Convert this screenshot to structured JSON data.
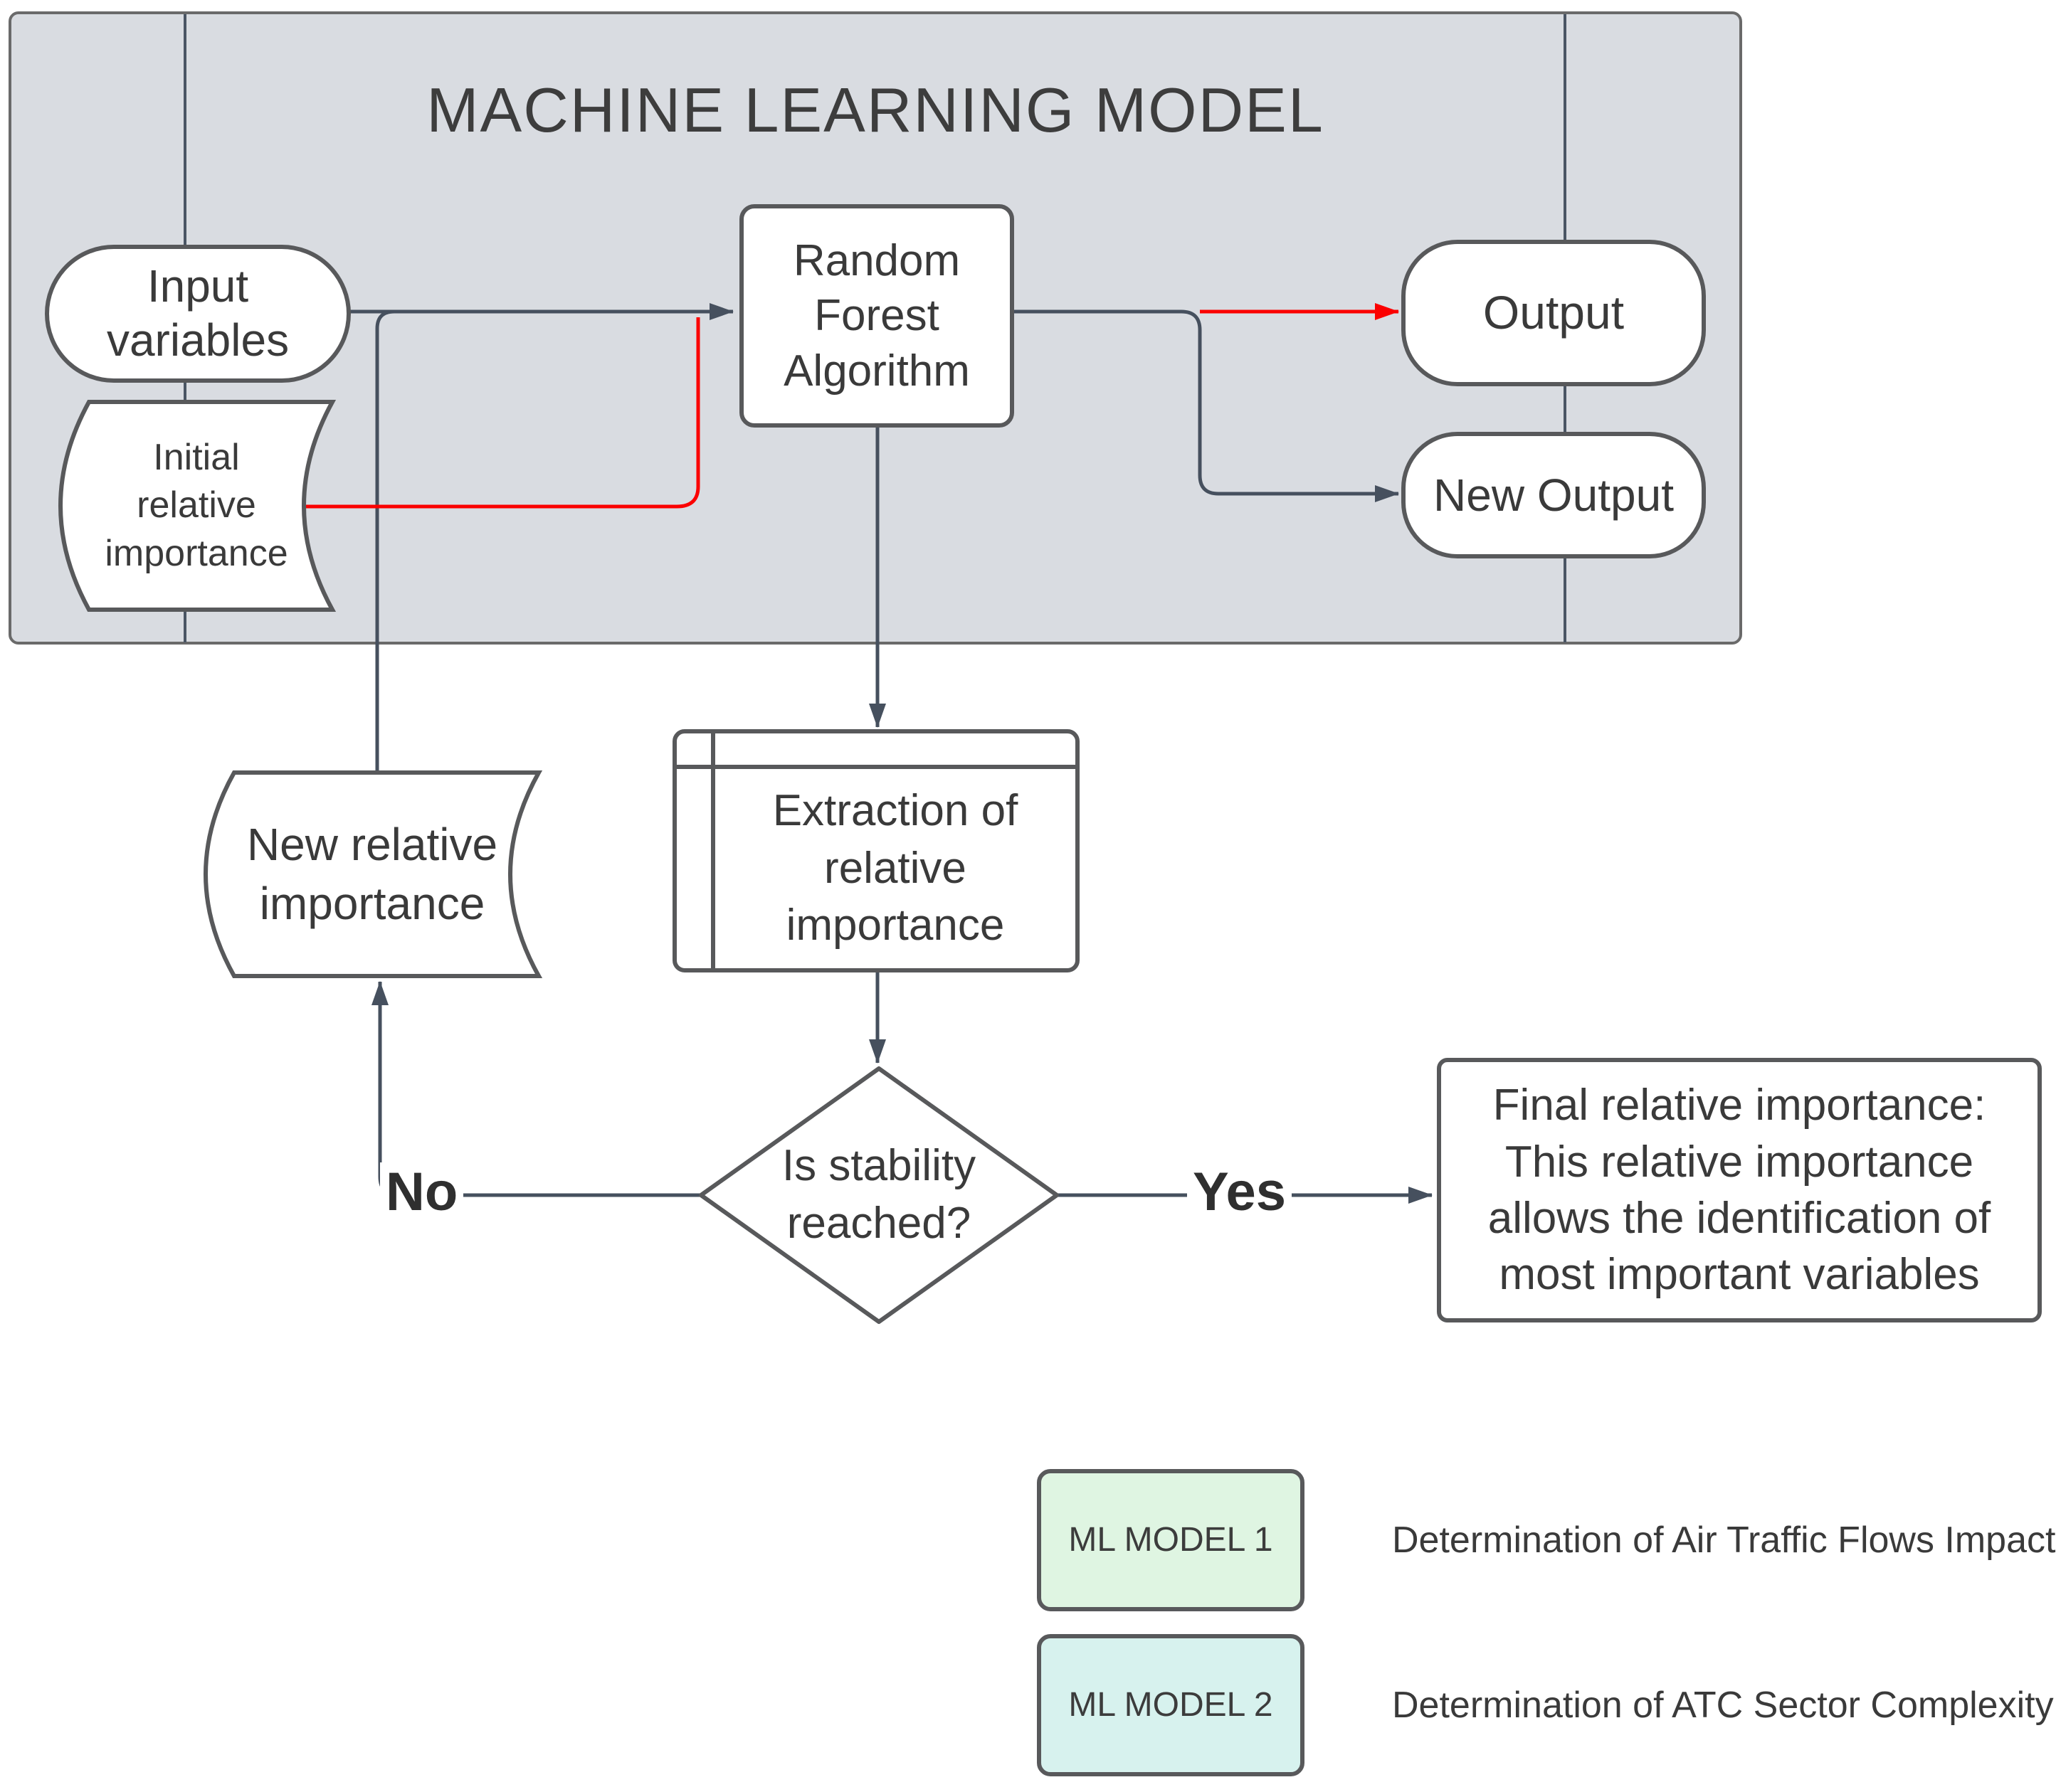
{
  "title": "MACHINE LEARNING MODEL",
  "nodes": {
    "input_variables": "Input\nvariables",
    "initial_relative_importance": "Initial\nrelative\nimportance",
    "random_forest": "Random\nForest\nAlgorithm",
    "output": "Output",
    "new_output": "New Output",
    "new_relative_importance": "New relative\nimportance",
    "extraction": "Extraction of\nrelative\nimportance",
    "decision": "Is stability\nreached?",
    "final": "Final relative importance:\nThis relative importance\nallows the identification of\nmost important variables"
  },
  "edge_labels": {
    "no": "No",
    "yes": "Yes"
  },
  "legend": {
    "model1": {
      "label": "ML MODEL 1",
      "description": "Determination of Air Traffic Flows Impact",
      "fill": "#dff5e2"
    },
    "model2": {
      "label": "ML MODEL 2",
      "description": "Determination of ATC Sector Complexity",
      "fill": "#d7f2ee"
    }
  },
  "colors": {
    "container_fill": "#d9dce1",
    "container_border": "#6a6a6a",
    "shape_fill": "#ffffff",
    "shape_border": "#58595b",
    "connector": "#46505e",
    "highlight_red": "#fb0000",
    "text": "#3a3a3a"
  }
}
